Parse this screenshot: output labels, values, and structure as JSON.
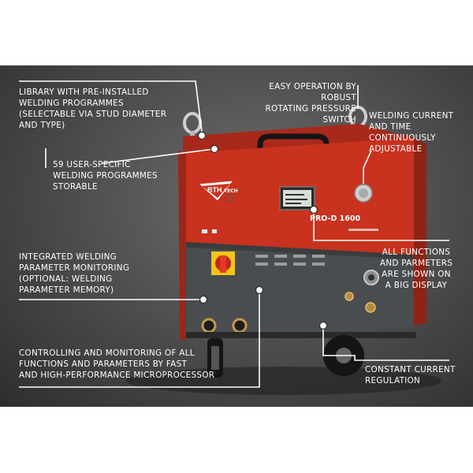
{
  "callouts": {
    "library": "LIBRARY WITH PRE-INSTALLED\nWELDING PROGRAMMES\n(SELECTABLE VIA STUD DIAMETER\nAND TYPE)",
    "easy_operation": "EASY OPERATION BY ROBUST\nROTATING PRESSURE SWITCH",
    "welding_current": "WELDING CURRENT\nAND TIME\nCONTINUOUSLY\nADJUSTABLE",
    "user_programmes": "59 USER-SPECIFIC\nWELDING PROGRAMMES\nSTORABLE",
    "monitoring": "INTEGRATED WELDING\nPARAMETER MONITORING\n(OPTIONAL: WELDING\nPARAMETER MEMORY)",
    "all_functions": "ALL FUNCTIONS\nAND PARMETERS\nARE SHOWN ON\nA BIG DISPLAY",
    "controlling": "CONTROLLING AND MONITORING OF ALL\nFUNCTIONS AND PARAMETERS BY FAST\nAND HIGH-PERFORMANCE MICROPROCESSOR",
    "constant_current": "CONSTANT CURRENT\nREGULATION"
  },
  "machine": {
    "brand": "BTH",
    "brand_sub": "TECH",
    "model": "PRO-D 1600"
  },
  "colors": {
    "housing_red": "#c8321e",
    "panel_gray": "#4a4d50",
    "callout_line": "#ffffff"
  }
}
